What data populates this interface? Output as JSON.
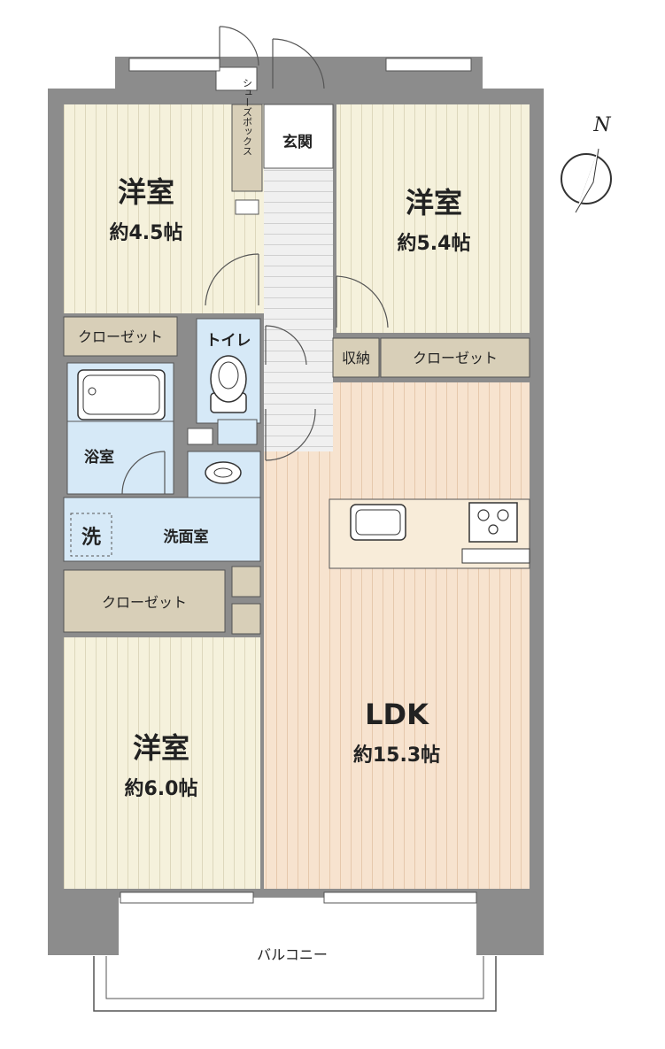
{
  "rooms": {
    "west_north": {
      "name": "洋室",
      "size": "約4.5帖"
    },
    "east_north": {
      "name": "洋室",
      "size": "約5.4帖"
    },
    "west_south": {
      "name": "洋室",
      "size": "約6.0帖"
    },
    "ldk": {
      "name": "LDK",
      "size": "約15.3帖"
    }
  },
  "labels": {
    "entrance": "玄関",
    "shoe_box": "シューズボックス",
    "toilet": "トイレ",
    "bath": "浴室",
    "washroom": "洗面室",
    "washer": "洗",
    "storage": "収納",
    "closet_1": "クローゼット",
    "closet_2": "クローゼット",
    "closet_3": "クローゼット",
    "balcony": "バルコニー"
  },
  "compass": {
    "north_label": "N"
  },
  "colors": {
    "wall": "#8c8c8c",
    "western_floor": "#f5f1dc",
    "ldk_floor": "#f7e3cf",
    "closet": "#d8cfb8",
    "wet_area": "#d6e9f7",
    "outline": "#555555"
  }
}
